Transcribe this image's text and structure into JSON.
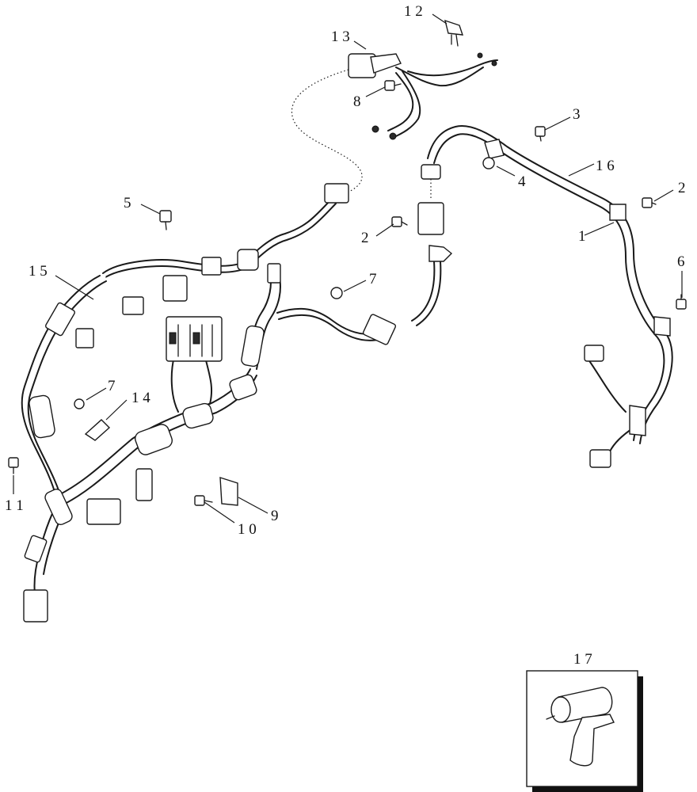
{
  "callouts": {
    "c1": "1",
    "c2a": "2",
    "c2b": "2",
    "c3": "3",
    "c4": "4",
    "c5": "5",
    "c6": "6",
    "c7a": "7",
    "c7b": "7",
    "c8": "8",
    "c9": "9",
    "c10": "1 0",
    "c11": "1 1",
    "c12": "1 2",
    "c13": "1 3",
    "c14": "1 4",
    "c15": "1 5",
    "c16": "1 6",
    "c17": "1 7"
  }
}
